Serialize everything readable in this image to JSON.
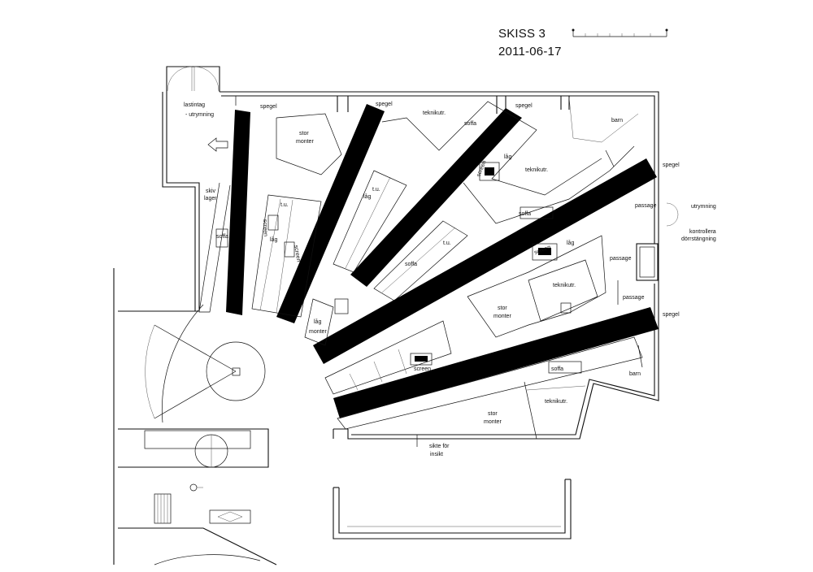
{
  "header": {
    "title": "SKISS 3",
    "date": "2011-06-17"
  },
  "labels": {
    "lastintag": "lastintag",
    "utrymning_top": "- utrymning",
    "skiv": "skiv",
    "lager": "lager",
    "soffa": "soffa",
    "spegel": "spegel",
    "stor": "stor",
    "monter": "monter",
    "tu": "t.u.",
    "lag": "låg",
    "screen": "screen",
    "teknikutr": "teknikutr.",
    "barn": "barn",
    "passage": "passage",
    "utrymning": "utrymning",
    "kontrollera": "kontrollera",
    "dorrstangning": "dörrstängning",
    "sikte_for": "sikte för",
    "insikt": "insikt"
  },
  "colors": {
    "wall": "#111111",
    "spegel_band": "#000000",
    "background": "#ffffff"
  },
  "icons": {
    "exit_arrow": "arrow-left-icon",
    "camera": "circle-icon",
    "scale": "scale-bar-icon"
  }
}
